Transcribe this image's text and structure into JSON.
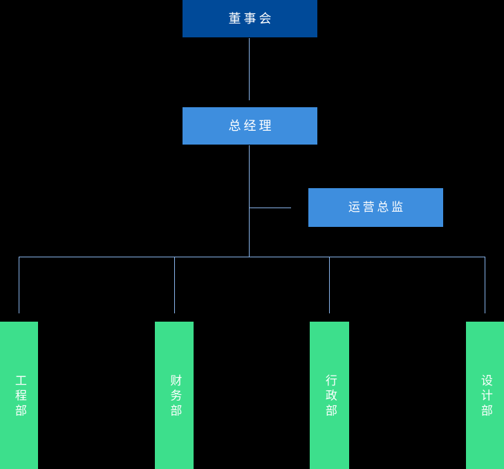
{
  "diagram": {
    "type": "organization-chart",
    "title": "",
    "background_color": "#000000",
    "colors": {
      "root_box": "#004A99",
      "level2_box": "#3E8EDE",
      "department_box": "#3DDF8C",
      "connector_line": "#8AB6EE",
      "label_text": "#FFFFFF"
    },
    "nodes": {
      "board": {
        "label": "董事会",
        "level": 1
      },
      "general_manager": {
        "label": "总经理",
        "level": 2
      },
      "operations_director": {
        "label": "运营总监",
        "level": 3
      }
    },
    "departments": [
      {
        "label": "工程部"
      },
      {
        "label": "财务部"
      },
      {
        "label": "行政部"
      },
      {
        "label": "设计部"
      }
    ]
  }
}
